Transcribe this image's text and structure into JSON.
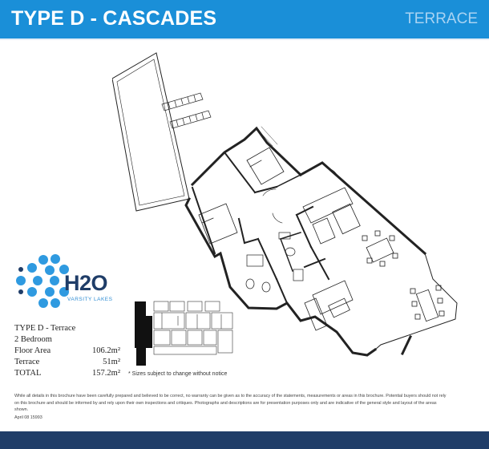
{
  "header": {
    "title": "TYPE D - CASCADES",
    "subtitle": "TERRACE"
  },
  "logo": {
    "name": "H2O",
    "tagline": "VARSITY LAKES"
  },
  "specs": {
    "type": "TYPE D - Terrace",
    "bedrooms": "2 Bedroom",
    "rows": [
      {
        "label": "Floor Area",
        "value": "106.2m²"
      },
      {
        "label": "Terrace",
        "value": "51m²"
      },
      {
        "label": "TOTAL",
        "value": "157.2m²"
      }
    ]
  },
  "note": "* Sizes subject to change without notice",
  "disclaimer": "While all details in this brochure have been carefully prepared and believed to be correct, no warranty can be given as to the accuracy of the statements, measurements or areas in this brochure. Potential buyers should not rely on this brochure and should be informed by and rely upon their own inspections and critiques. Photographs and descriptions are for presentation purposes only and are indicative of the general style and layout of the areas shown.",
  "reference": "April 08 15993",
  "colors": {
    "header": "#1a8fd8",
    "footer": "#1f3d68",
    "logo_dots": "#2f9ae0",
    "logo_text": "#1f3d68"
  }
}
